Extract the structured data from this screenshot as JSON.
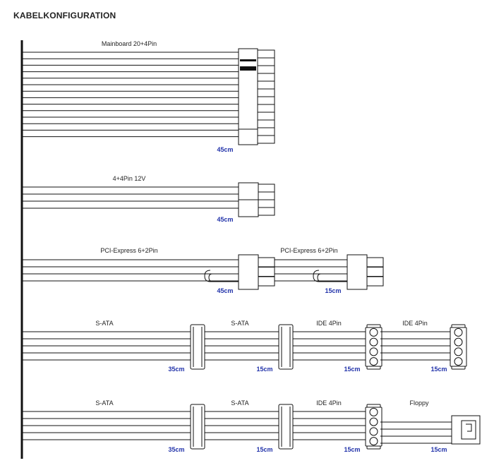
{
  "title": "KABELKONFIGURATION",
  "colors": {
    "wire": "#111111",
    "length_text": "#2233aa",
    "label_text": "#222222"
  },
  "harnesses": [
    {
      "id": "mainboard",
      "wires": 14,
      "segments": [
        {
          "label": "Mainboard 20+4Pin",
          "connector": "atx-24pin",
          "length": "45cm"
        }
      ]
    },
    {
      "id": "cpu",
      "wires": 4,
      "segments": [
        {
          "label": "4+4Pin 12V",
          "connector": "eps-4+4pin",
          "length": "45cm"
        }
      ]
    },
    {
      "id": "pcie",
      "wires": 4,
      "segments": [
        {
          "label": "PCI-Express 6+2Pin",
          "connector": "pcie-6+2pin",
          "length": "45cm"
        },
        {
          "label": "PCI-Express 6+2Pin",
          "connector": "pcie-6+2pin",
          "length": "15cm"
        }
      ]
    },
    {
      "id": "sata-ide",
      "wires": 5,
      "segments": [
        {
          "label": "S-ATA",
          "connector": "sata",
          "length": "35cm"
        },
        {
          "label": "S-ATA",
          "connector": "sata",
          "length": "15cm"
        },
        {
          "label": "IDE 4Pin",
          "connector": "molex",
          "length": "15cm"
        },
        {
          "label": "IDE 4Pin",
          "connector": "molex",
          "length": "15cm"
        }
      ]
    },
    {
      "id": "sata-floppy",
      "wires": 5,
      "segments": [
        {
          "label": "S-ATA",
          "connector": "sata",
          "length": "35cm"
        },
        {
          "label": "S-ATA",
          "connector": "sata",
          "length": "15cm"
        },
        {
          "label": "IDE 4Pin",
          "connector": "molex",
          "length": "15cm"
        },
        {
          "label": "Floppy",
          "connector": "floppy",
          "length": "15cm"
        }
      ]
    }
  ]
}
